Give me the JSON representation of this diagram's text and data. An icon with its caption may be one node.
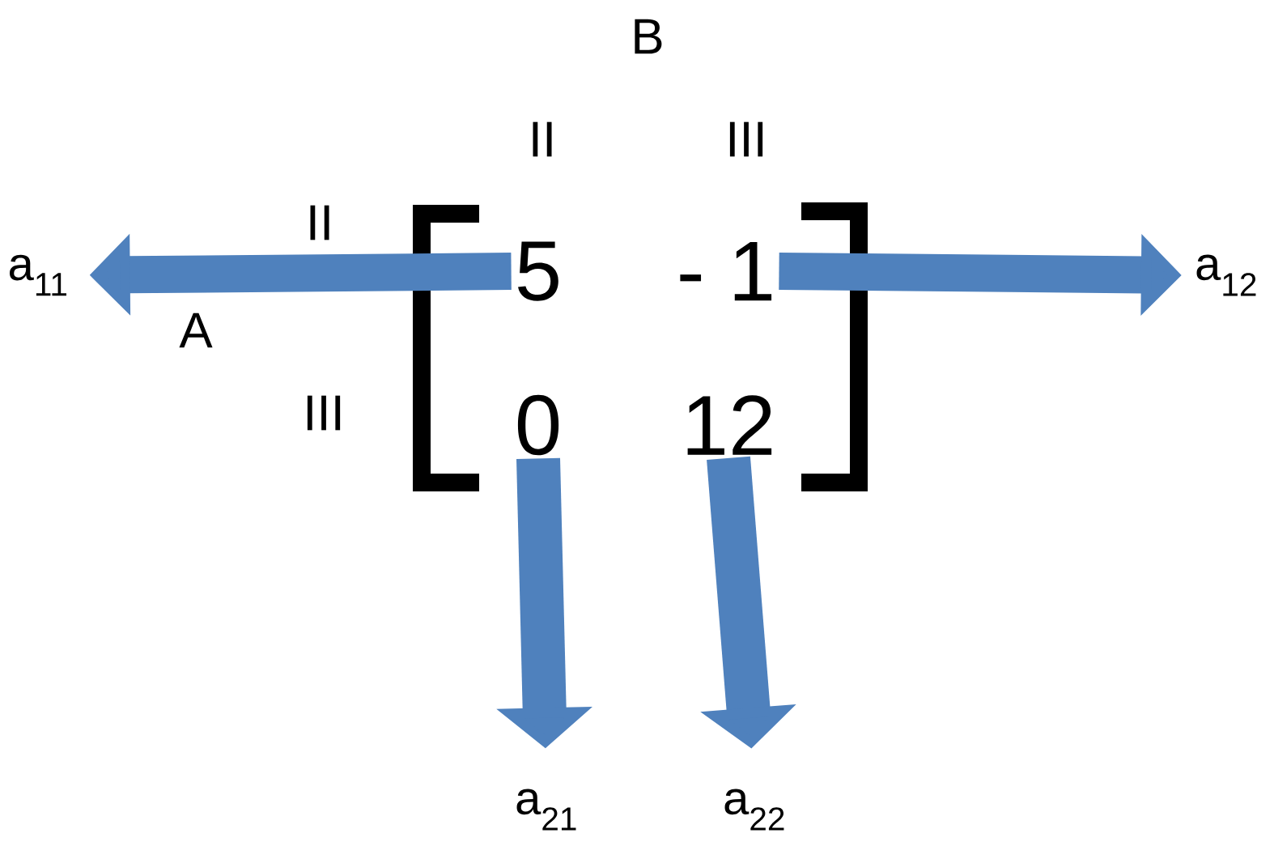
{
  "diagram": {
    "nodes": [
      {
        "text": [
          "5"
        ]
      },
      {
        "text": [
          "- 1"
        ]
      },
      {
        "text": [
          "0"
        ]
      },
      {
        "text": [
          "12"
        ]
      },
      {
        "text": [
          "a$_{11}$"
        ]
      },
      {
        "text": [
          "a$_{12}$"
        ]
      },
      {
        "text": [
          "a$_{21}$"
        ]
      },
      {
        "text": [
          "a$_{22}$"
        ]
      }
    ],
    "edges": [
      {
        "from": 0,
        "to": 4,
        "arrow": "to"
      },
      {
        "from": 1,
        "to": 5,
        "arrow": "to"
      },
      {
        "from": 2,
        "to": 6,
        "arrow": "to"
      },
      {
        "from": 3,
        "to": 7,
        "arrow": "to"
      }
    ],
    "labels": [
      "B",
      "II",
      "III",
      "II",
      "A",
      "III"
    ]
  }
}
